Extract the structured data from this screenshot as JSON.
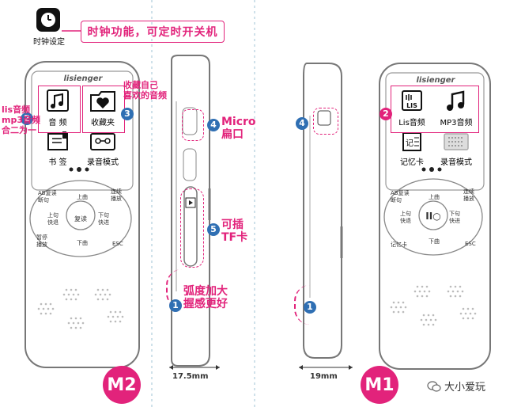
{
  "clock_feature": {
    "icon_label": "时钟设定",
    "title": "时钟功能，可定时开关机"
  },
  "m2": {
    "brand": "lisienger",
    "icons": [
      {
        "label": "音 频",
        "icon": "music-note-icon"
      },
      {
        "label": "收藏夹",
        "icon": "heart-folder-icon"
      },
      {
        "label": "书 签",
        "icon": "book-icon"
      },
      {
        "label": "录音模式",
        "icon": "cassette-icon"
      }
    ],
    "buttons": {
      "ab_repeat": "AB复读",
      "break_sentence": "断句",
      "prev": "上曲",
      "continuous_play": "连续\n播放",
      "prev_fast": "上句\n快退",
      "repeat": "复读",
      "next_fast": "下句\n快进",
      "pause_play": "暂停\n播放",
      "next": "下曲",
      "esc": "ESC"
    },
    "annotations": {
      "lis_mp3": "lis音频\nmp3音频\n合二为一",
      "favorite": "收藏自己\n喜欢的音频",
      "micro_port": "Micro\n扁口",
      "tf_card": "可插\nTF卡",
      "grip": "弧度加大\n握感更好"
    },
    "thickness": "17.5mm",
    "model": "M2"
  },
  "m1": {
    "brand": "lisienger",
    "icons": [
      {
        "label": "Lis音频",
        "icon": "lis-audio-icon"
      },
      {
        "label": "MP3音频",
        "icon": "music-note-icon"
      },
      {
        "label": "记忆卡",
        "icon": "memory-card-icon"
      },
      {
        "label": "录音模式",
        "icon": "cassette-icon"
      }
    ],
    "buttons": {
      "ab_repeat": "AB复读",
      "break_sentence": "断句",
      "prev": "上曲",
      "continuous_play": "连续\n播放",
      "prev_fast": "上句\n快退",
      "next_fast": "下句\n快进",
      "memory_card": "记忆卡",
      "next": "下曲",
      "esc": "ESC"
    },
    "thickness": "19mm",
    "model": "M1"
  },
  "numbers": [
    "1",
    "2",
    "3",
    "4",
    "5"
  ],
  "watermark": "大小爱玩",
  "colors": {
    "accent": "#e2237b",
    "blue": "#2f6fb3",
    "outline": "#777777"
  }
}
